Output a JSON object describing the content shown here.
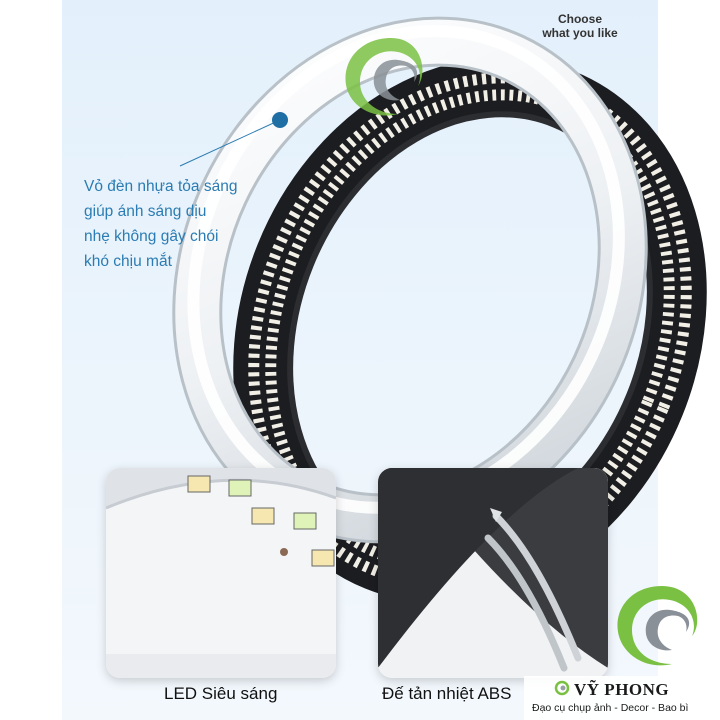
{
  "header": {
    "choose_line1": "Choose",
    "choose_line2": "what you like"
  },
  "callout": {
    "lines": [
      "Vỏ đèn nhựa tỏa sáng",
      "giúp ánh sáng dịu",
      "nhẹ không gây chói",
      "khó chịu mắt"
    ]
  },
  "cards": [
    {
      "caption": "LED Siêu sáng",
      "icon": "led-closeup"
    },
    {
      "caption": "Đế tản nhiệt ABS",
      "icon": "abs-base-closeup"
    }
  ],
  "brand": {
    "name": "VỸ PHONG",
    "tagline": "Đạo cụ chụp ảnh - Decor - Bao bì",
    "logo_colors": [
      "#7ac143",
      "#9aa0a6"
    ]
  },
  "colors": {
    "callout": "#2a7cb2",
    "background": "#e8f2fb",
    "accent_dot": "#1f6fa5"
  }
}
